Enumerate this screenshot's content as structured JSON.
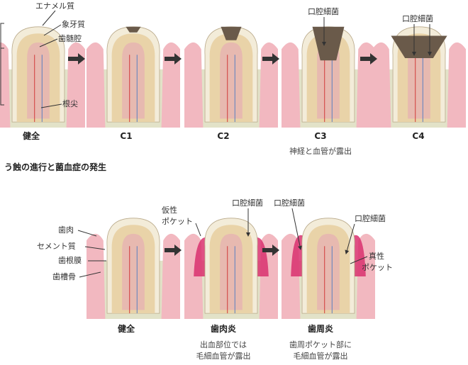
{
  "caries": {
    "heading": "う蝕の進行と菌血症の発生",
    "labels": {
      "enamel": "エナメル質",
      "dentin": "象牙質",
      "pulp": "歯髄腔",
      "apex": "根尖",
      "bacteria_c3": "口腔細菌",
      "bacteria_c4": "口腔細菌"
    },
    "stages": [
      {
        "label": "健全",
        "decay": 0,
        "sub": ""
      },
      {
        "label": "C1",
        "decay": 1,
        "sub": ""
      },
      {
        "label": "C2",
        "decay": 2,
        "sub": ""
      },
      {
        "label": "C3",
        "decay": 3,
        "sub": "神経と血管が露出"
      },
      {
        "label": "C4",
        "decay": 4,
        "sub": ""
      }
    ]
  },
  "periodontal": {
    "labels": {
      "gingiva": "歯肉",
      "cementum": "セメント質",
      "ligament": "歯根膜",
      "alveolar_bone": "歯槽骨",
      "false_pocket_1": "仮性",
      "false_pocket_2": "ポケット",
      "bacteria_gingivitis": "口腔細菌",
      "bacteria_perio_left": "口腔細菌",
      "bacteria_perio_right": "口腔細菌",
      "true_pocket_1": "真性",
      "true_pocket_2": "ポケット"
    },
    "stages": [
      {
        "label": "健全",
        "sub1": "",
        "sub2": ""
      },
      {
        "label": "歯肉炎",
        "sub1": "出血部位では",
        "sub2": "毛細血管が露出"
      },
      {
        "label": "歯周炎",
        "sub1": "歯周ポケット部に",
        "sub2": "毛細血管が露出"
      }
    ]
  },
  "colors": {
    "enamel": "#f3ecd9",
    "dentin": "#e9d3a8",
    "pulp": "#e7b9b0",
    "gum": "#f2b8c0",
    "gum_inflamed": "#d9306f",
    "bone": "#e2e2c8",
    "decay": "#6a5a4a",
    "vessel_red": "#d23a3a",
    "vessel_blue": "#5a7fc0"
  }
}
